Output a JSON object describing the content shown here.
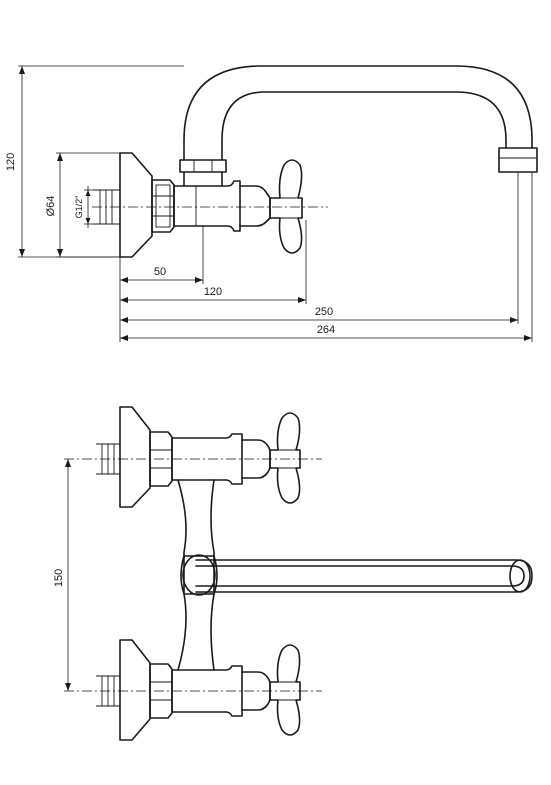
{
  "top_view": {
    "dim_height": "120",
    "dim_flange_diameter": "Ø64",
    "dim_thread": "G1/2\"",
    "dim_50": "50",
    "dim_120": "120",
    "dim_250": "250",
    "dim_264": "264"
  },
  "front_view": {
    "dim_spacing": "150"
  },
  "colors": {
    "line": "#1a1a1a",
    "background": "#ffffff"
  }
}
